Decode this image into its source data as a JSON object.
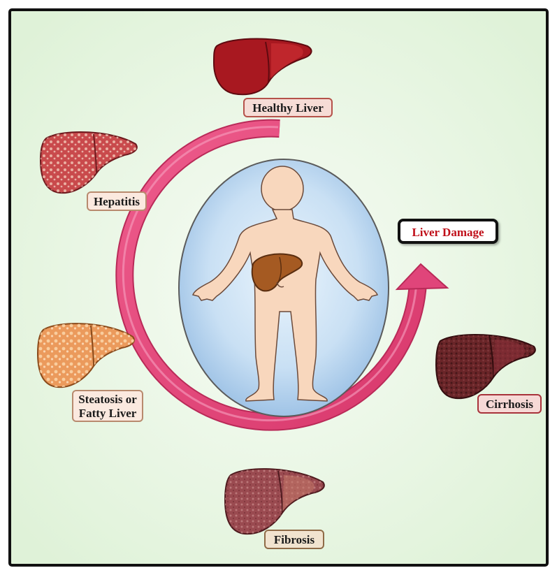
{
  "labels": {
    "healthy": "Healthy Liver",
    "hepatitis": "Hepatitis",
    "steatosis_line1": "Steatosis or",
    "steatosis_line2": "Fatty Liver",
    "cirrhosis": "Cirrhosis",
    "fibrosis": "Fibrosis",
    "damage": "Liver Damage"
  },
  "colors": {
    "background": "#e6f6e0",
    "arrow": "#e0457a",
    "oval": "#c3dcf2",
    "body": "#f8d7bd",
    "healthy_liver": "#a81820",
    "hepatitis_liver": "#c94a4c",
    "steatosis_liver": "#eb9a5c",
    "cirrhosis_liver": "#6a2528",
    "fibrosis_liver": "#9a4a50",
    "damage_text": "#c0101a"
  }
}
